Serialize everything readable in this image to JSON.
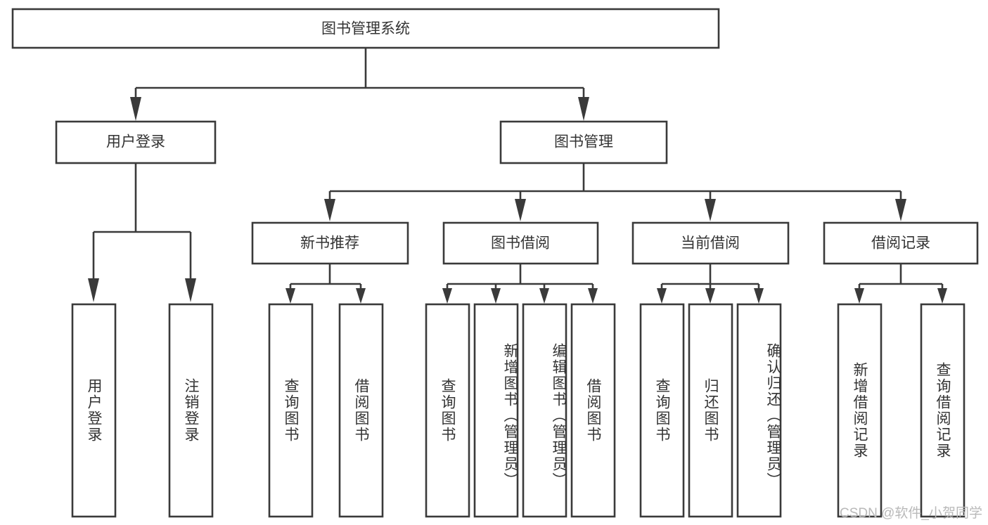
{
  "diagram": {
    "type": "tree",
    "title_node": "图书管理系统",
    "watermark": "CSDN @软件_小贺同学",
    "colors": {
      "box_stroke": "#3a3a3a",
      "box_fill": "#ffffff",
      "text": "#333333",
      "connector": "#3a3a3a",
      "watermark": "#b9b9b9",
      "background": "#ffffff"
    },
    "nodes": {
      "root": "图书管理系统",
      "level2": [
        "用户登录",
        "图书管理"
      ],
      "level3": [
        "新书推荐",
        "图书借阅",
        "当前借阅",
        "借阅记录"
      ],
      "leaves_user_login": [
        "用户登录",
        "注销登录"
      ],
      "leaves_new_book": [
        "查询图书",
        "借阅图书"
      ],
      "leaves_borrow": [
        "查询图书",
        "新增图书（管理员）",
        "编辑图书（管理员）",
        "借阅图书"
      ],
      "leaves_current": [
        "查询图书",
        "归还图书",
        "确认归还（管理员）"
      ],
      "leaves_record": [
        "新增借阅记录",
        "查询借阅记录"
      ]
    }
  }
}
